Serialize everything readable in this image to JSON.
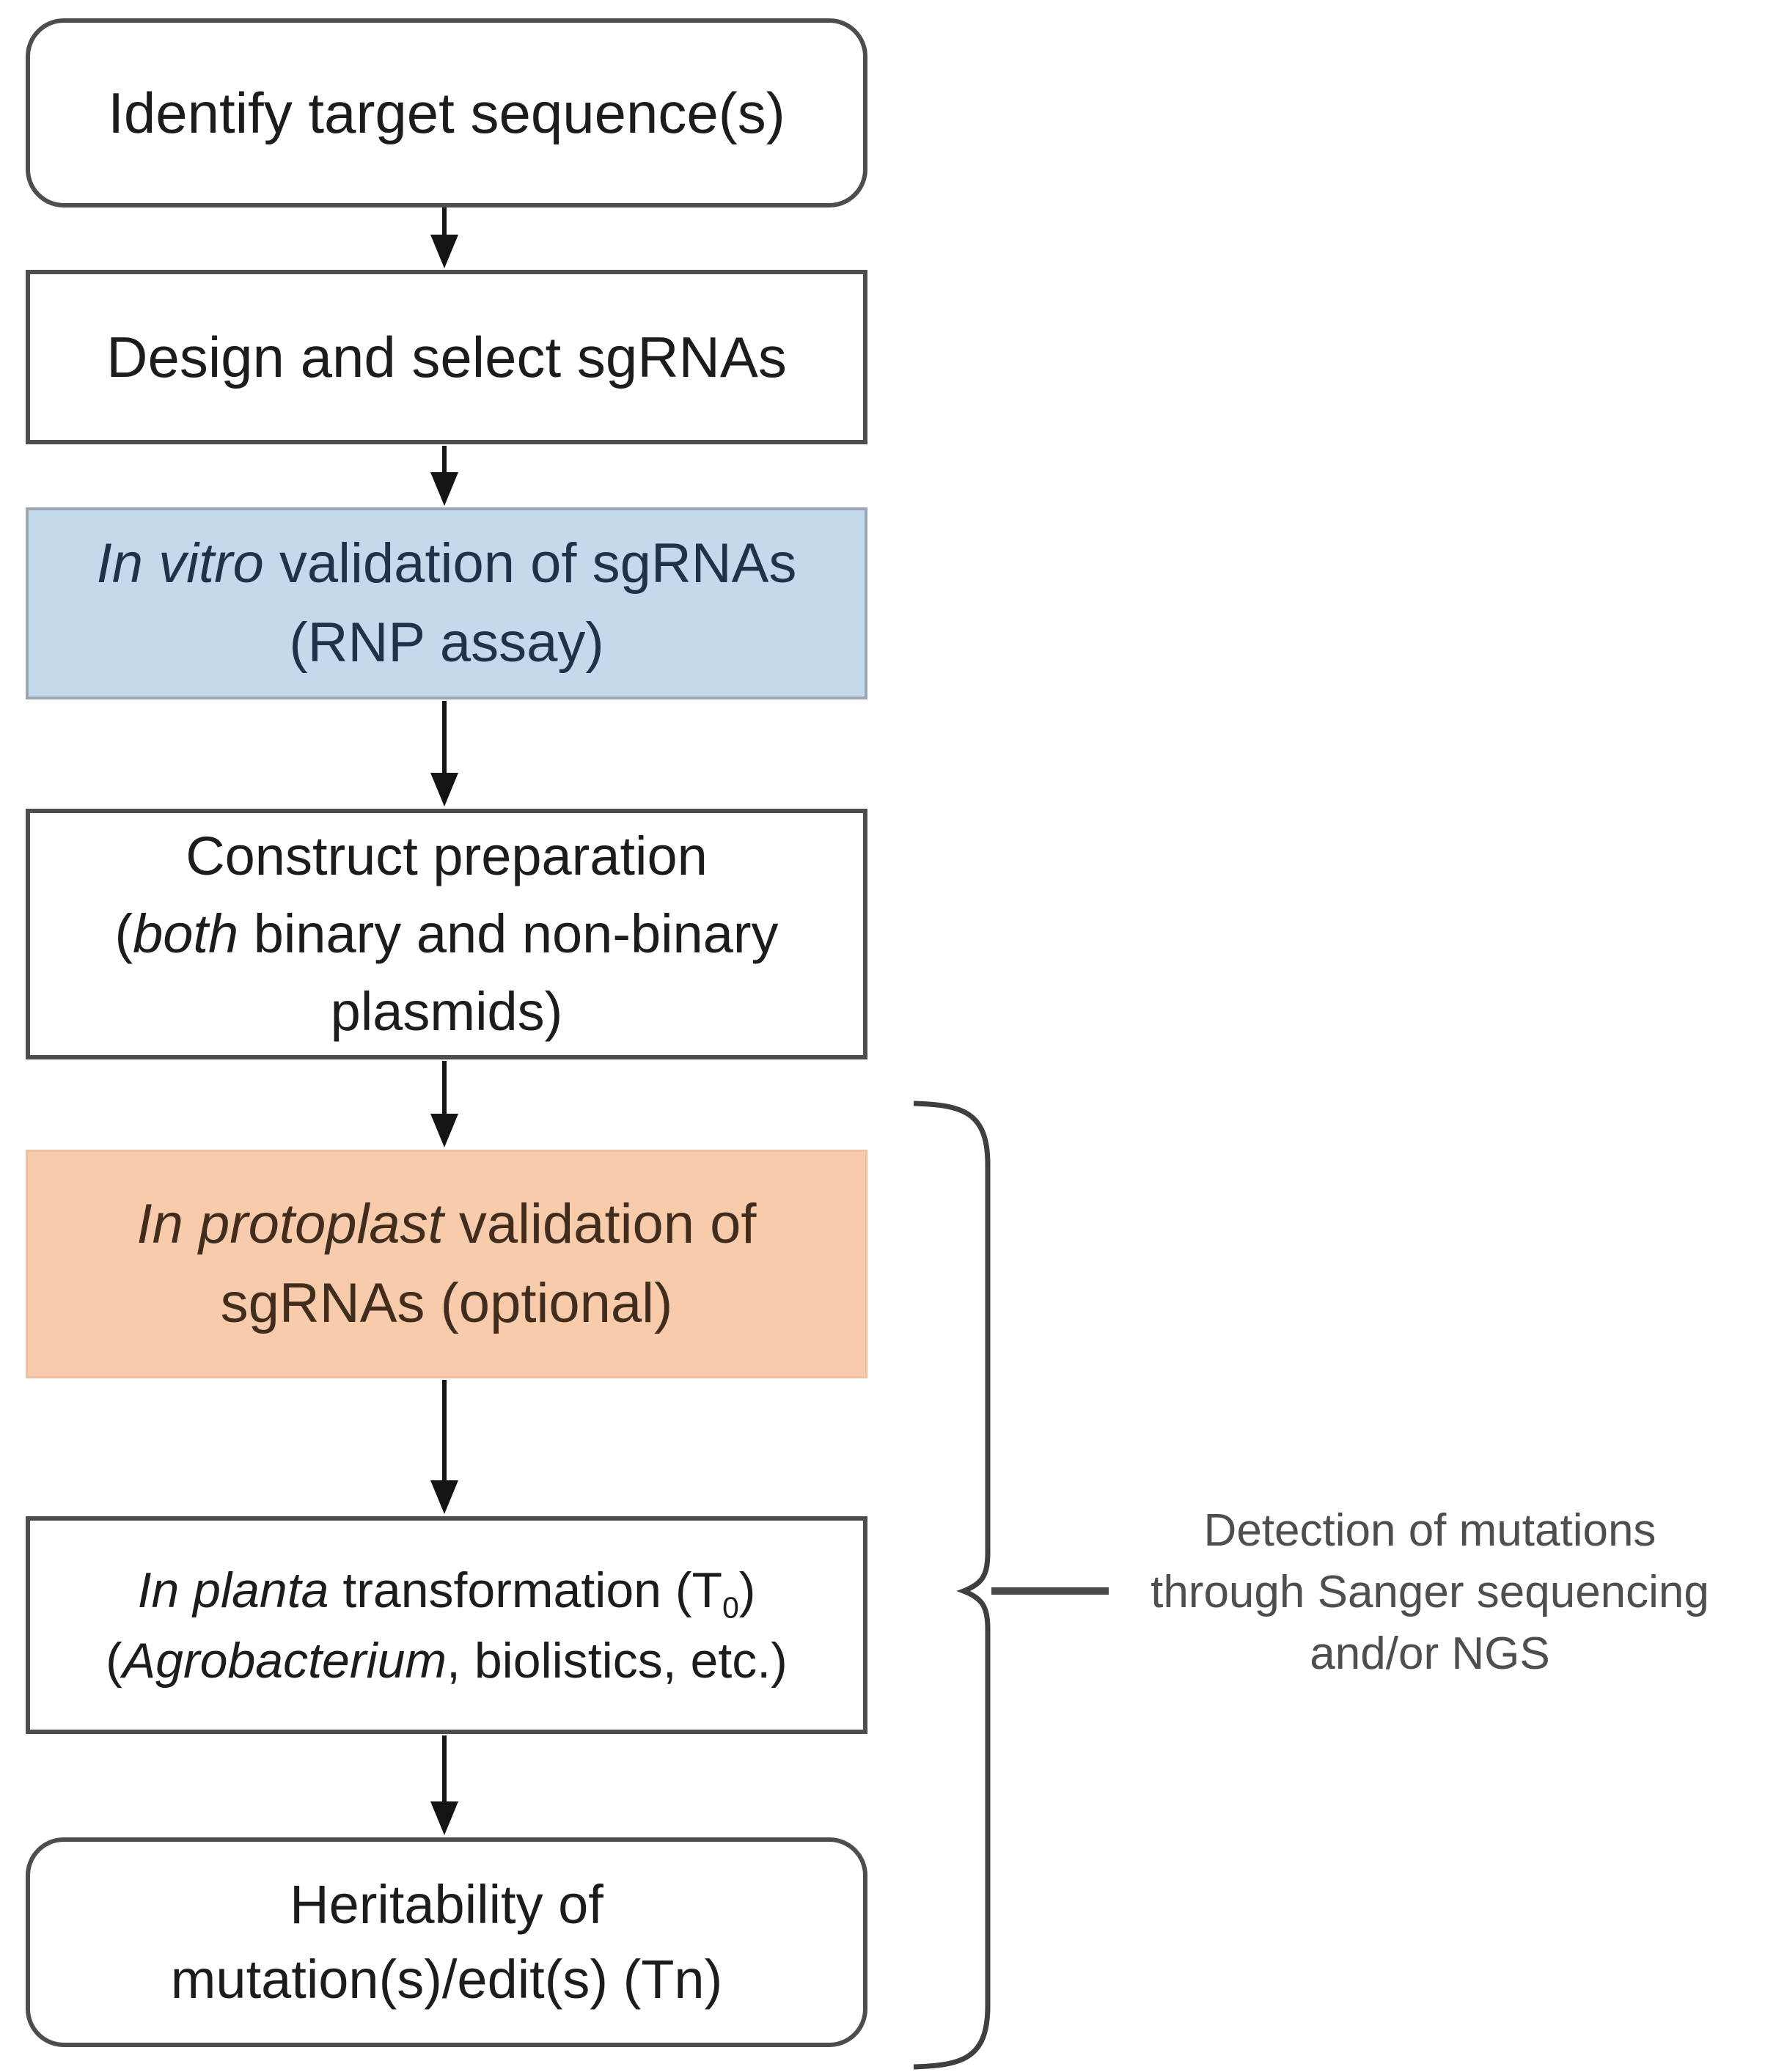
{
  "diagram": {
    "type": "flowchart",
    "boxes": [
      {
        "name": "identify-target-sequences",
        "shape": "rounded-rectangle",
        "fill": "#ffffff",
        "lines": [
          {
            "segments": [
              {
                "text": "Identify target sequence(s)"
              }
            ]
          }
        ]
      },
      {
        "name": "design-select-sgrnas",
        "shape": "rectangle",
        "fill": "#ffffff",
        "lines": [
          {
            "segments": [
              {
                "text": "Design and select sgRNAs"
              }
            ]
          }
        ]
      },
      {
        "name": "in-vitro-validation",
        "shape": "rectangle",
        "fill": "#c5d9ec",
        "lines": [
          {
            "segments": [
              {
                "text": "In vitro",
                "style": "italic"
              },
              {
                "text": " validation of sgRNAs"
              }
            ]
          },
          {
            "segments": [
              {
                "text": "(RNP assay)"
              }
            ]
          }
        ]
      },
      {
        "name": "construct-preparation",
        "shape": "rectangle",
        "fill": "#ffffff",
        "lines": [
          {
            "segments": [
              {
                "text": "Construct preparation"
              }
            ]
          },
          {
            "segments": [
              {
                "text": "("
              },
              {
                "text": "both",
                "style": "italic"
              },
              {
                "text": " binary and non-binary"
              }
            ]
          },
          {
            "segments": [
              {
                "text": "plasmids)"
              }
            ]
          }
        ]
      },
      {
        "name": "in-protoplast-validation",
        "shape": "rectangle",
        "fill": "#f8cbaa",
        "lines": [
          {
            "segments": [
              {
                "text": "In protoplast",
                "style": "italic"
              },
              {
                "text": " validation of"
              }
            ]
          },
          {
            "segments": [
              {
                "text": "sgRNAs (optional)"
              }
            ]
          }
        ]
      },
      {
        "name": "in-planta-transformation",
        "shape": "rectangle",
        "fill": "#ffffff",
        "lines": [
          {
            "segments": [
              {
                "text": "In planta",
                "style": "italic"
              },
              {
                "text": " transformation (T"
              },
              {
                "text": "0",
                "style": "subscript"
              },
              {
                "text": ")"
              }
            ]
          },
          {
            "segments": [
              {
                "text": "("
              },
              {
                "text": "Agrobacterium",
                "style": "italic"
              },
              {
                "text": ", biolistics, etc.)"
              }
            ]
          }
        ]
      },
      {
        "name": "heritability-of-mutations",
        "shape": "rounded-rectangle",
        "fill": "#ffffff",
        "lines": [
          {
            "segments": [
              {
                "text": "Heritability of"
              }
            ]
          },
          {
            "segments": [
              {
                "text": "mutation(s)/edit(s) (Tn)"
              }
            ]
          }
        ]
      }
    ],
    "annotation": {
      "lines": [
        "Detection of mutations",
        "through Sanger sequencing",
        "and/or NGS"
      ]
    },
    "shapes": {
      "flow_arrows": {
        "icon": "down-arrow",
        "count": 6
      },
      "brace": {
        "icon": "curly-brace",
        "spans_steps": [
          "in-protoplast-validation",
          "in-planta-transformation",
          "heritability-of-mutations"
        ]
      }
    },
    "colors": {
      "highlight_blue": "#c5d9ec",
      "highlight_orange": "#f8cbaa",
      "box_border": "#4d4d4d",
      "arrow": "#141414",
      "brace": "#3f3f3f",
      "box_text": "#1c1c1c",
      "blue_box_text": "#1d3349",
      "orange_box_text": "#402d1d",
      "annotation_text": "#4e4e4e"
    }
  }
}
